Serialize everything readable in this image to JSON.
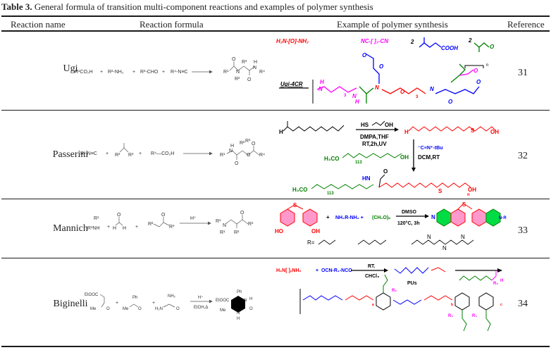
{
  "caption": {
    "label": "Table 3.",
    "text": " General formula of transition multi-component reactions and examples of polymer synthesis"
  },
  "columns": [
    "Reaction name",
    "Reaction formula",
    "Example of polymer synthesis",
    "Reference"
  ],
  "rows": [
    {
      "name": "Ugi",
      "reference": "31",
      "formula": {
        "reactants": [
          "R¹CO₂H",
          "R²-NH₂",
          "R³-CHO",
          "R⁴-N≡C"
        ],
        "product_labels": [
          "R¹",
          "O",
          "N",
          "R²",
          "R³",
          "H",
          "N",
          "R⁴",
          "O"
        ]
      },
      "example": {
        "monomers": [
          "H₂N-[O]-NH₂",
          "NC-[ ]₃-CN",
          "2",
          "COOH",
          "2",
          "O"
        ],
        "step_label": "Ugi-4CR",
        "subscripts": [
          "3",
          "3",
          "n"
        ]
      }
    },
    {
      "name": "Passerini",
      "reference": "32",
      "formula": {
        "reactants": [
          "R¹-N≡C",
          "R²(C=O)R³",
          "R⁴—CO₂H"
        ],
        "product_labels": [
          "R¹",
          "N",
          "H",
          "O",
          "R²",
          "R³",
          "O",
          "O",
          "R⁴"
        ]
      },
      "example": {
        "start": "H (undecenal)",
        "reagent_top": "HS~COOH",
        "conditions": [
          "DMPA,THF",
          "RT,2h,UV"
        ],
        "intermediate": "O=CH-(CH₂)₁₂-S-CH₂CH₂-COOH",
        "isocyanide": "⁻C≡N⁺-tBu",
        "conditions2": "DCM,RT",
        "peg_acid": "H₃CO[O]₁₁₃-O-C(O)-(CH₂)₃-COOH",
        "product": "H₃CO[O]₁₁₃ ... S ... OH",
        "subscripts": [
          "113",
          "113",
          "n"
        ],
        "atoms": [
          "HN",
          "O",
          "OH",
          "S"
        ]
      }
    },
    {
      "name": "Mannich",
      "reference": "33",
      "formula": {
        "reactants": [
          "R¹R¹NH",
          "H(C=O)H",
          "R²CH₂(C=O)R³"
        ],
        "catalyst": "H⁺",
        "product_labels": [
          "R¹",
          "N",
          "R¹",
          "R²",
          "O",
          "R³"
        ]
      },
      "example": {
        "reactants": [
          "HO-Ph-SO₂-Ph-OH",
          "NH₂R-NH₂ +",
          "(CH₂O)ₙ"
        ],
        "conditions": [
          "DMSO",
          "120°C, 3h"
        ],
        "product_labels": [
          "N",
          "O",
          "O",
          "S",
          "O",
          "O",
          "N-R",
          "n"
        ],
        "r_label": "R=",
        "r_groups": [
          "butyl",
          "hexyl",
          "triethylenetetramine"
        ],
        "r_nh": [
          "H",
          "N",
          "N",
          "H",
          "N",
          "H"
        ]
      }
    },
    {
      "name": "Biginelli",
      "reference": "34",
      "formula": {
        "reactants": [
          "EtOOC-CH₂-C(O)Me",
          "Ph-C(O)Me",
          "H₂N-C(O)-NH₂"
        ],
        "catalyst": "H⁺",
        "conditions": "EtOH,Δ",
        "product_labels": [
          "Ph",
          "EtOOC",
          "N",
          "H",
          "O",
          "Me",
          "N",
          "H"
        ]
      },
      "example": {
        "reactants": [
          "H₂N[ ]ₓNH₂",
          "+",
          "OCN-R₁-NCO"
        ],
        "conditions": [
          "RT.",
          "CHCl₃"
        ],
        "pu_label": "PUs",
        "keto_ester_labels": [
          "O",
          "O",
          "O",
          "R₂",
          "O",
          "H"
        ],
        "polymer_labels": [
          "H",
          "N",
          "O",
          "R₁",
          "N",
          "H",
          "R₂",
          "N",
          "O",
          "a",
          "b",
          "c",
          "R₂",
          "R₂"
        ]
      }
    }
  ]
}
